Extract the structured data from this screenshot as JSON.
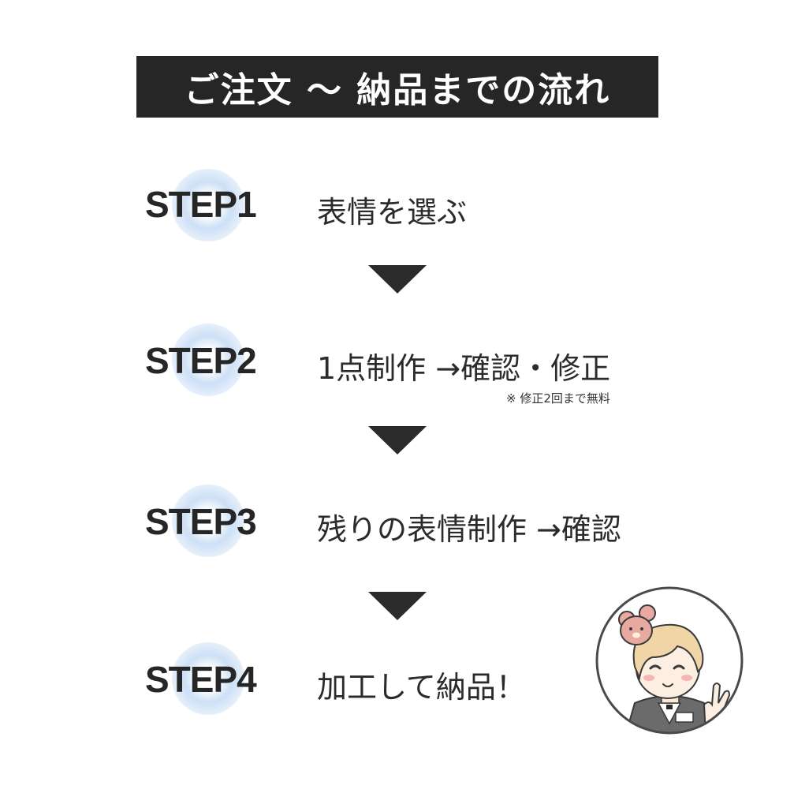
{
  "title": "ご注文 〜 納品までの流れ",
  "steps": [
    {
      "label": "STEP1",
      "text": "表情を選ぶ"
    },
    {
      "label": "STEP2",
      "text": "1点制作 →確認・修正",
      "note": "※ 修正2回まで無料"
    },
    {
      "label": "STEP3",
      "text": "残りの表情制作 →確認"
    },
    {
      "label": "STEP4",
      "text": "加工して納品！"
    }
  ],
  "colors": {
    "dark": "#262626",
    "blob": "#c3daf4",
    "hair": "#e8c99a"
  },
  "icons": {
    "arrow": "triangle-down-icon",
    "avatar": "character-avatar-icon"
  }
}
